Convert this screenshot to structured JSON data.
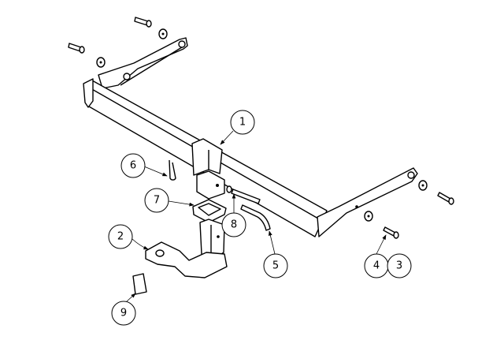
{
  "diagram": {
    "title": "Tow bar assembly exploded view",
    "callouts": {
      "c1": "1",
      "c2": "2",
      "c3": "3",
      "c4": "4",
      "c5": "5",
      "c6": "6",
      "c7": "7",
      "c8": "8",
      "c9": "9"
    }
  }
}
